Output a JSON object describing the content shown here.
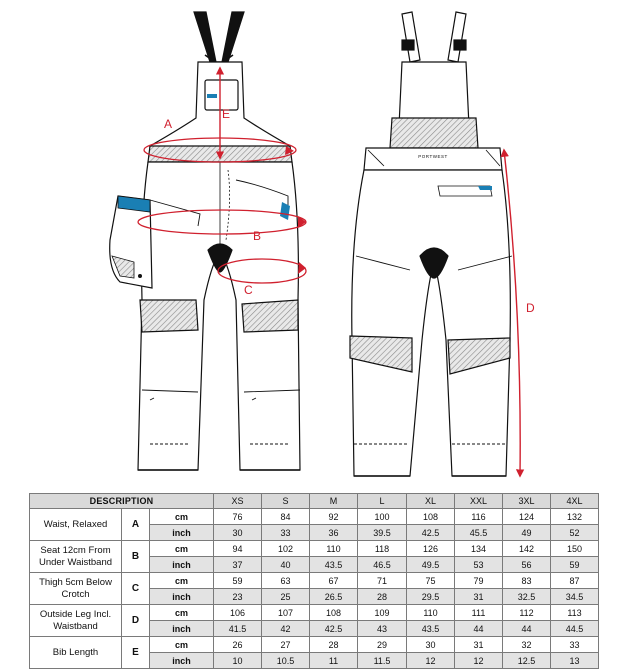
{
  "figure": {
    "front_labels": [
      "A",
      "B",
      "C",
      "E"
    ],
    "back_label": "D",
    "brand_text": "PORTWEST",
    "colors": {
      "dimension": "#d0202e",
      "accent": "#1a7fb4",
      "outline": "#111111",
      "reflective": "#b8b8b8"
    }
  },
  "table": {
    "header": {
      "description": "DESCRIPTION",
      "sizes": [
        "XS",
        "S",
        "M",
        "L",
        "XL",
        "XXL",
        "3XL",
        "4XL"
      ]
    },
    "rows": [
      {
        "label": "Waist, Relaxed",
        "letter": "A",
        "cm": [
          "76",
          "84",
          "92",
          "100",
          "108",
          "116",
          "124",
          "132"
        ],
        "inch": [
          "30",
          "33",
          "36",
          "39.5",
          "42.5",
          "45.5",
          "49",
          "52"
        ]
      },
      {
        "label": "Seat 12cm From Under Waistband",
        "letter": "B",
        "cm": [
          "94",
          "102",
          "110",
          "118",
          "126",
          "134",
          "142",
          "150"
        ],
        "inch": [
          "37",
          "40",
          "43.5",
          "46.5",
          "49.5",
          "53",
          "56",
          "59"
        ]
      },
      {
        "label": "Thigh 5cm Below Crotch",
        "letter": "C",
        "cm": [
          "59",
          "63",
          "67",
          "71",
          "75",
          "79",
          "83",
          "87"
        ],
        "inch": [
          "23",
          "25",
          "26.5",
          "28",
          "29.5",
          "31",
          "32.5",
          "34.5"
        ]
      },
      {
        "label": "Outside Leg Incl. Waistband",
        "letter": "D",
        "cm": [
          "106",
          "107",
          "108",
          "109",
          "110",
          "111",
          "112",
          "113"
        ],
        "inch": [
          "41.5",
          "42",
          "42.5",
          "43",
          "43.5",
          "44",
          "44",
          "44.5"
        ]
      },
      {
        "label": "Bib Length",
        "letter": "E",
        "cm": [
          "26",
          "27",
          "28",
          "29",
          "30",
          "31",
          "32",
          "33"
        ],
        "inch": [
          "10",
          "10.5",
          "11",
          "11.5",
          "12",
          "12",
          "12.5",
          "13"
        ]
      }
    ],
    "units": {
      "cm": "cm",
      "inch": "inch"
    }
  }
}
